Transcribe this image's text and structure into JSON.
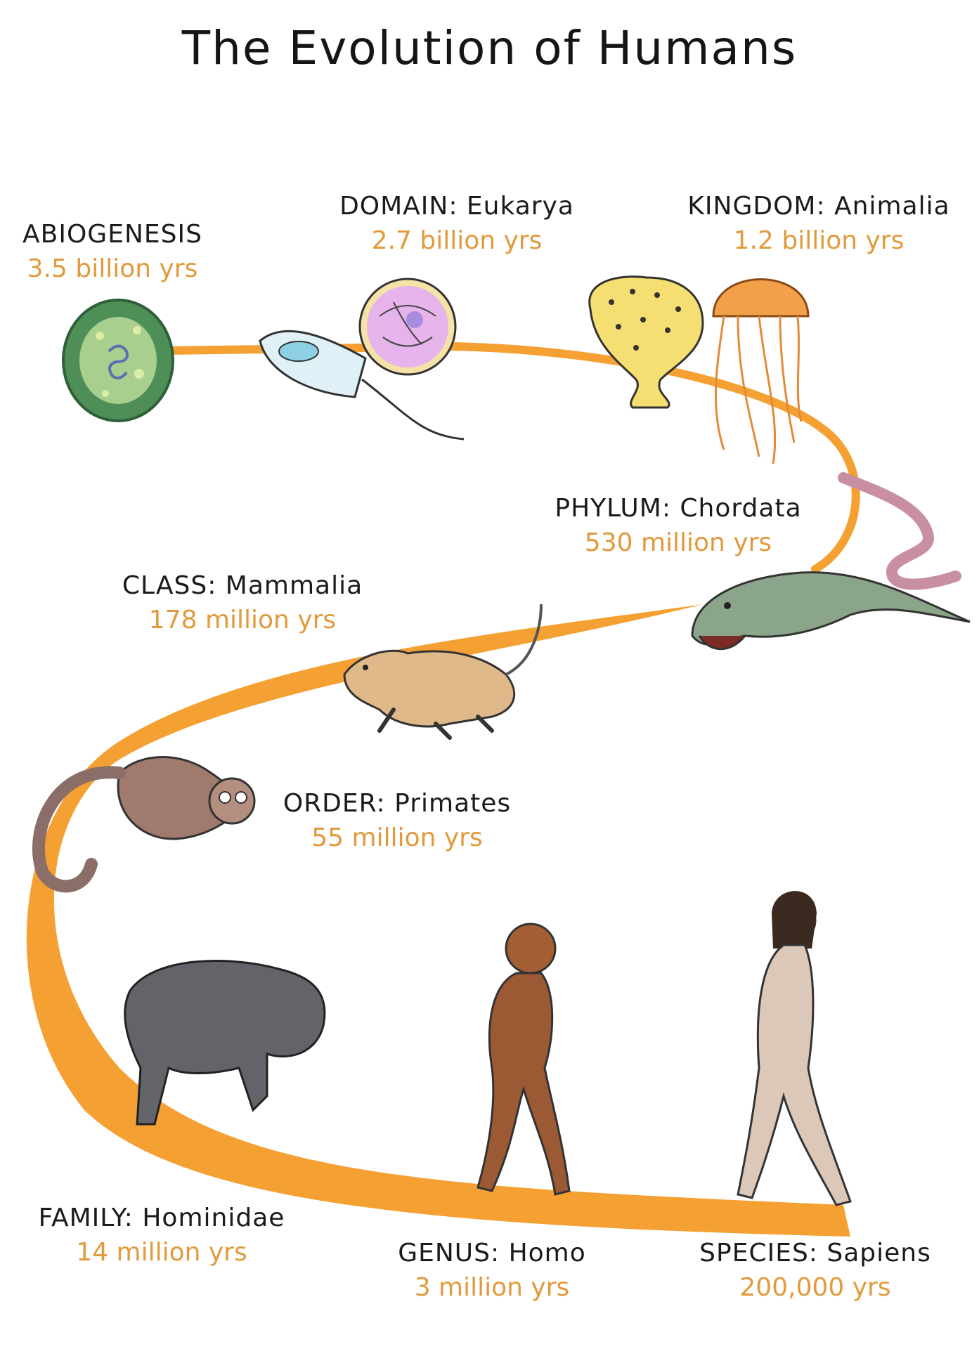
{
  "title": "The Evolution of Humans",
  "colors": {
    "path": "#f5a032",
    "age_text": "#e19a3c",
    "ink": "#1b1b1b"
  },
  "stages": [
    {
      "rank": "ABIOGENESIS",
      "age": "3.5 billion yrs",
      "icon": "cell-icon"
    },
    {
      "rank": "DOMAIN: Eukarya",
      "age": "2.7 billion yrs",
      "icon": "eukaryote-cell-icon"
    },
    {
      "rank": "KINGDOM: Animalia",
      "age": "1.2 billion yrs",
      "icon": "jellyfish-icon"
    },
    {
      "rank": "PHYLUM: Chordata",
      "age": "530 million yrs",
      "icon": "fish-icon"
    },
    {
      "rank": "CLASS: Mammalia",
      "age": "178 million yrs",
      "icon": "mammal-icon"
    },
    {
      "rank": "ORDER: Primates",
      "age": "55 million yrs",
      "icon": "primate-icon"
    },
    {
      "rank": "FAMILY: Hominidae",
      "age": "14 million yrs",
      "icon": "ape-icon"
    },
    {
      "rank": "GENUS: Homo",
      "age": "3 million yrs",
      "icon": "early-human-icon"
    },
    {
      "rank": "SPECIES: Sapiens",
      "age": "200,000 yrs",
      "icon": "human-icon"
    }
  ]
}
